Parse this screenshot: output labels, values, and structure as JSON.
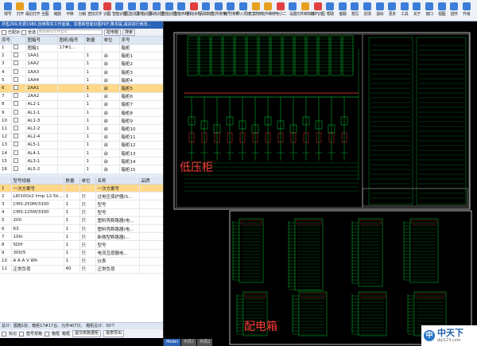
{
  "toolbar": {
    "items": [
      {
        "label": "账号",
        "icon": "account-icon",
        "color": "#3b7dd8"
      },
      {
        "label": "打开",
        "icon": "open-icon",
        "color": "#e8a020"
      },
      {
        "label": "最近打开",
        "icon": "recent-icon",
        "color": "#3b7dd8"
      },
      {
        "label": "全图",
        "icon": "fit-icon",
        "color": "#3b7dd8"
      },
      {
        "label": "缩放",
        "icon": "zoom-icon",
        "color": "#3b7dd8"
      },
      {
        "label": "平移",
        "icon": "pan-icon",
        "color": "#3b7dd8"
      },
      {
        "label": "分解",
        "icon": "explode-icon",
        "color": "#3b7dd8"
      },
      {
        "label": "查找文字",
        "icon": "find-text-icon",
        "color": "#3b7dd8"
      },
      {
        "label": "识图",
        "icon": "recognize-icon",
        "color": "#e04040"
      },
      {
        "label": "智能识图",
        "icon": "smart-recognize-icon",
        "color": "#3b7dd8"
      },
      {
        "label": "框选识图",
        "icon": "box-select-icon",
        "color": "#3b7dd8"
      },
      {
        "label": "单箱识图",
        "icon": "single-box-icon",
        "color": "#3b7dd8"
      },
      {
        "label": "系统识图",
        "icon": "system-recognize-icon",
        "color": "#3b7dd8"
      },
      {
        "label": "智能识图",
        "icon": "smart-recognize-2-icon",
        "color": "#3b7dd8"
      },
      {
        "label": "智能布柜",
        "icon": "layout-icon",
        "color": "#3b7dd8"
      },
      {
        "label": "删除多柜",
        "icon": "delete-icon",
        "color": "#e04040"
      },
      {
        "label": "清除数据",
        "icon": "clear-icon",
        "color": "#3b7dd8"
      },
      {
        "label": "元件排序",
        "icon": "sort-icon",
        "color": "#3b7dd8"
      },
      {
        "label": "箱号排序",
        "icon": "box-sort-icon",
        "color": "#3b7dd8"
      },
      {
        "label": "导入项目",
        "icon": "import-icon",
        "color": "#3b7dd8"
      },
      {
        "label": "方案物料",
        "icon": "material-icon",
        "color": "#e8a020"
      },
      {
        "label": "元件维修",
        "icon": "repair-icon",
        "color": "#e8a020"
      },
      {
        "label": "电小二",
        "icon": "helper-icon",
        "color": "#e04040"
      },
      {
        "label": "设置",
        "icon": "settings-icon",
        "color": "#3b7dd8"
      },
      {
        "label": "元件库知道",
        "icon": "library-icon",
        "color": "#e8a020"
      },
      {
        "label": "PDF识图",
        "icon": "pdf-icon",
        "color": "#e04040"
      },
      {
        "label": "帮助",
        "icon": "help-icon",
        "color": "#3b7dd8"
      },
      {
        "label": "客服",
        "icon": "service-icon",
        "color": "#3b7dd8"
      },
      {
        "label": "意见",
        "icon": "feedback-icon",
        "color": "#3b7dd8"
      },
      {
        "label": "反馈",
        "icon": "report-icon",
        "color": "#3b7dd8"
      },
      {
        "label": "退出",
        "icon": "exit-icon",
        "color": "#3b7dd8"
      },
      {
        "label": "更多",
        "icon": "more-icon",
        "color": "#3b7dd8"
      },
      {
        "label": "工具",
        "icon": "tools-icon",
        "color": "#3b7dd8"
      },
      {
        "label": "关于",
        "icon": "about-icon",
        "color": "#3b7dd8"
      },
      {
        "label": "窗口",
        "icon": "window-icon",
        "color": "#3b7dd8"
      },
      {
        "label": "视图",
        "icon": "view-icon",
        "color": "#3b7dd8"
      },
      {
        "label": "插件",
        "icon": "plugin-icon",
        "color": "#3b7dd8"
      },
      {
        "label": "升级",
        "icon": "upgrade-icon",
        "color": "#3b7dd8"
      }
    ]
  },
  "titlebar": {
    "text": "月售299,年费1980,自用购买工作室版，享重新智能识图PDF,降本提,减进进行修改..."
  },
  "filter": {
    "checkbox1": "已配对",
    "checkbox2": "全选",
    "placeholder": "搜索箱号元件型号",
    "btn1": "配电箱",
    "btn2": "搜索"
  },
  "box_table": {
    "headers": [
      "序号",
      "",
      "图箱号",
      "图纸/箱号",
      "数量",
      "单位",
      "序号"
    ],
    "rows": [
      [
        "1",
        "",
        "图箱1",
        "17#1...",
        "",
        "",
        "箱柜"
      ],
      [
        "2",
        "",
        "1AA1",
        "",
        "1",
        "台",
        "箱柜1"
      ],
      [
        "3",
        "",
        "1AA2",
        "",
        "1",
        "台",
        "箱柜2"
      ],
      [
        "4",
        "",
        "1AA3",
        "",
        "1",
        "台",
        "箱柜3"
      ],
      [
        "5",
        "",
        "1AA4",
        "",
        "1",
        "台",
        "箱柜4"
      ],
      [
        "6",
        "",
        "2AA1",
        "",
        "1",
        "台",
        "箱柜5"
      ],
      [
        "7",
        "",
        "2AA2",
        "",
        "1",
        "台",
        "箱柜6"
      ],
      [
        "8",
        "",
        "AL2-1",
        "",
        "1",
        "台",
        "箱柜7"
      ],
      [
        "9",
        "",
        "AL1-1",
        "",
        "1",
        "台",
        "箱柜8"
      ],
      [
        "10",
        "",
        "AL1-3",
        "",
        "1",
        "台",
        "箱柜9"
      ],
      [
        "11",
        "",
        "AL2-2",
        "",
        "1",
        "台",
        "箱柜10"
      ],
      [
        "12",
        "",
        "AL2-4",
        "",
        "1",
        "台",
        "箱柜11"
      ],
      [
        "13",
        "",
        "AL5-1",
        "",
        "1",
        "台",
        "箱柜12"
      ],
      [
        "14",
        "",
        "AL4-1",
        "",
        "1",
        "台",
        "箱柜13"
      ],
      [
        "15",
        "",
        "AL3-1",
        "",
        "1",
        "台",
        "箱柜14"
      ],
      [
        "16",
        "",
        "AL5-2",
        "",
        "1",
        "台",
        "箱柜15"
      ]
    ]
  },
  "parts_table": {
    "headers": [
      "",
      "型号规格",
      "数量",
      "单位",
      "名称",
      "品牌"
    ],
    "rows": [
      [
        "1",
        "一次方案号",
        "",
        "",
        "一次方案号",
        ""
      ],
      [
        "2",
        "LID100x2 limp 12.5k...",
        "1",
        "只",
        "过电压保护器(S...",
        ""
      ],
      [
        "3",
        "CM3-250M/3300",
        "1",
        "只",
        "型号",
        ""
      ],
      [
        "4",
        "CM3-125M/3300",
        "1",
        "只",
        "型号",
        ""
      ],
      [
        "5",
        "200",
        "1",
        "只",
        "塑料壳断路器(电...",
        ""
      ],
      [
        "6",
        "63",
        "1",
        "只",
        "塑料壳断路器(电...",
        ""
      ],
      [
        "7",
        "10In",
        "1",
        "只",
        "新微型断路器(...",
        ""
      ],
      [
        "8",
        "5DH",
        "1",
        "只",
        "型号",
        ""
      ],
      [
        "9",
        "300/5",
        "1",
        "只",
        "电流互感器电...",
        ""
      ],
      [
        "10",
        "A A A V Wh",
        "1",
        "只",
        "仪表",
        ""
      ],
      [
        "11",
        "正常负荷",
        "40",
        "只",
        "正常负荷",
        ""
      ]
    ]
  },
  "status": {
    "text": "总计：图箱1张、箱柜17#17台、元件407只、    箱柜总计：50个"
  },
  "bottombar": {
    "items": [
      "标记",
      "塑号规格",
      "箱框",
      "箱框",
      "提交到数据柜",
      "报表导出"
    ]
  },
  "cad": {
    "label1": "低压柜",
    "label2": "配电箱",
    "tab1": "Model",
    "tab2": "布局1",
    "tab3": "布局2",
    "line_color": "#00ff40",
    "frame_color": "#e8e8e8",
    "text_color": "#ff3b3b"
  },
  "watermark": {
    "logo": "中",
    "main": "中天下",
    "sub": "dqi123.com"
  }
}
